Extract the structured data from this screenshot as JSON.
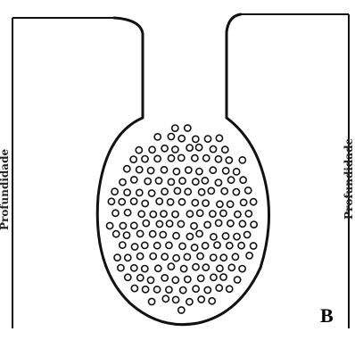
{
  "figure": {
    "panel_label": "B",
    "left_axis_label": "Profundidade",
    "right_axis_label": "Profundidade"
  },
  "colors": {
    "line": "#111111",
    "background": "#ffffff"
  },
  "shapes": {
    "container": "flask-shaped vessel with narrow neck",
    "particles": "small hollow circles filling the bulb"
  }
}
